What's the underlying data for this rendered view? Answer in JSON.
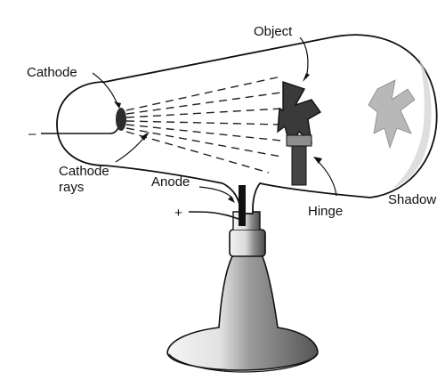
{
  "labels": {
    "object": "Object",
    "cathode": "Cathode",
    "cathode_rays_line1": "Cathode",
    "cathode_rays_line2": "rays",
    "anode": "Anode",
    "hinge": "Hinge",
    "shadow": "Shadow"
  },
  "signs": {
    "negative": "–",
    "positive": "+"
  },
  "colors": {
    "ink": "#111111",
    "glass": "#ffffff",
    "object_fill": "#3a3a3a",
    "shadow_fill": "#b8b8b8",
    "stand_dark": "#5a5a5a",
    "stand_mid": "#9a9a9a",
    "stand_light": "#e4e4e4"
  }
}
